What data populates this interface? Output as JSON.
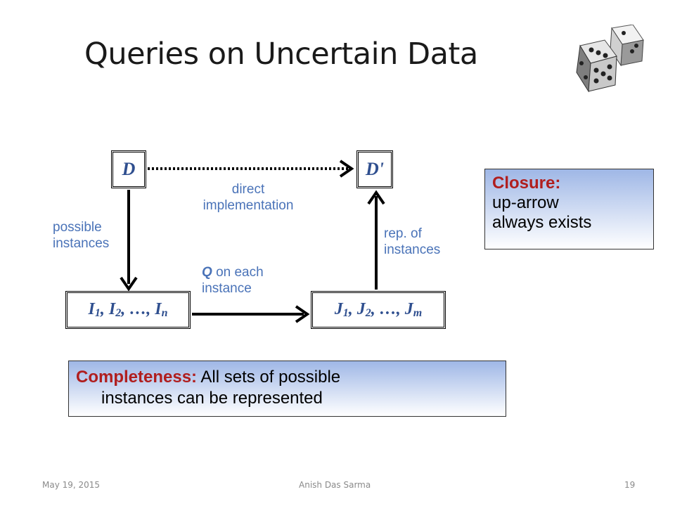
{
  "slide": {
    "title": "Queries on Uncertain Data"
  },
  "nodes": {
    "d": "D",
    "d_prime": "D'",
    "i_set": {
      "pre": "I",
      "s1": "1",
      "m1": ", I",
      "s2": "2",
      "m2": ", …, I",
      "sn": "n"
    },
    "j_set": {
      "pre": "J",
      "s1": "1",
      "m1": ", J",
      "s2": "2",
      "m2": ", …, J",
      "sm": "m"
    }
  },
  "edges": {
    "direct_line1": "direct",
    "direct_line2": "implementation",
    "possible_line1": "possible",
    "possible_line2": "instances",
    "rep_line1": "rep. of",
    "rep_line2": "instances",
    "q_symbol": "Q",
    "q_line1_rest": "on each",
    "q_line2": "instance"
  },
  "callouts": {
    "closure_heading": "Closure:",
    "closure_line1": "up-arrow",
    "closure_line2": "always exists",
    "completeness_heading": "Completeness:",
    "completeness_line1_rest": "All sets of possible",
    "completeness_line2": "instances can be represented"
  },
  "footer": {
    "date": "May 19, 2015",
    "author": "Anish Das Sarma",
    "page": "19"
  },
  "colors": {
    "node_text": "#2f4f8f",
    "label_text": "#4a73b8",
    "callout_heading": "#b01e1e",
    "callout_gradient_top": "#9fb7e6"
  },
  "icons": {
    "dice": "dice-icon"
  }
}
